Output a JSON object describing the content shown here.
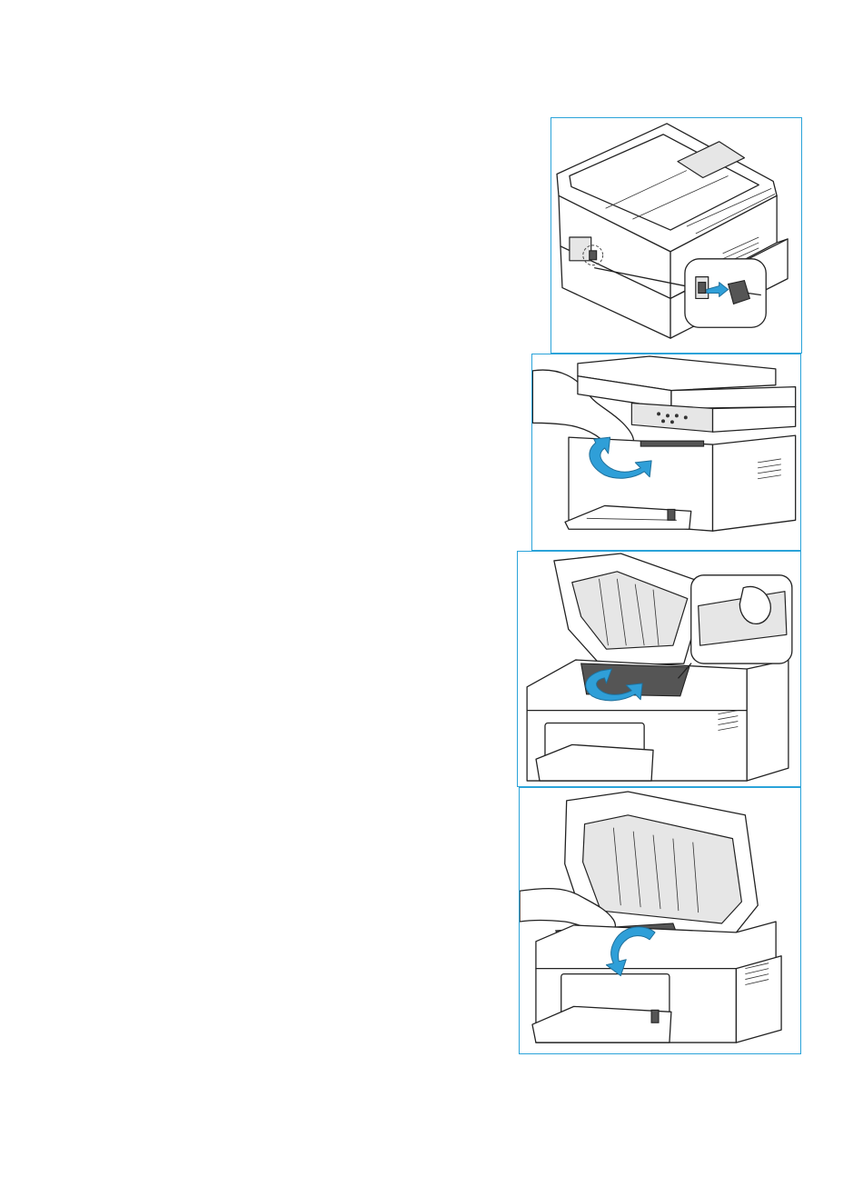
{
  "steps": [
    {
      "illustration": "power-cord-disconnect"
    },
    {
      "illustration": "lift-scanner-unit"
    },
    {
      "illustration": "open-inner-cover"
    },
    {
      "illustration": "remove-toner-cartridge"
    }
  ],
  "colors": {
    "frame_border": "#2aa3d9",
    "arrow_fill": "#2f9fd8",
    "line_art": "#222222"
  }
}
